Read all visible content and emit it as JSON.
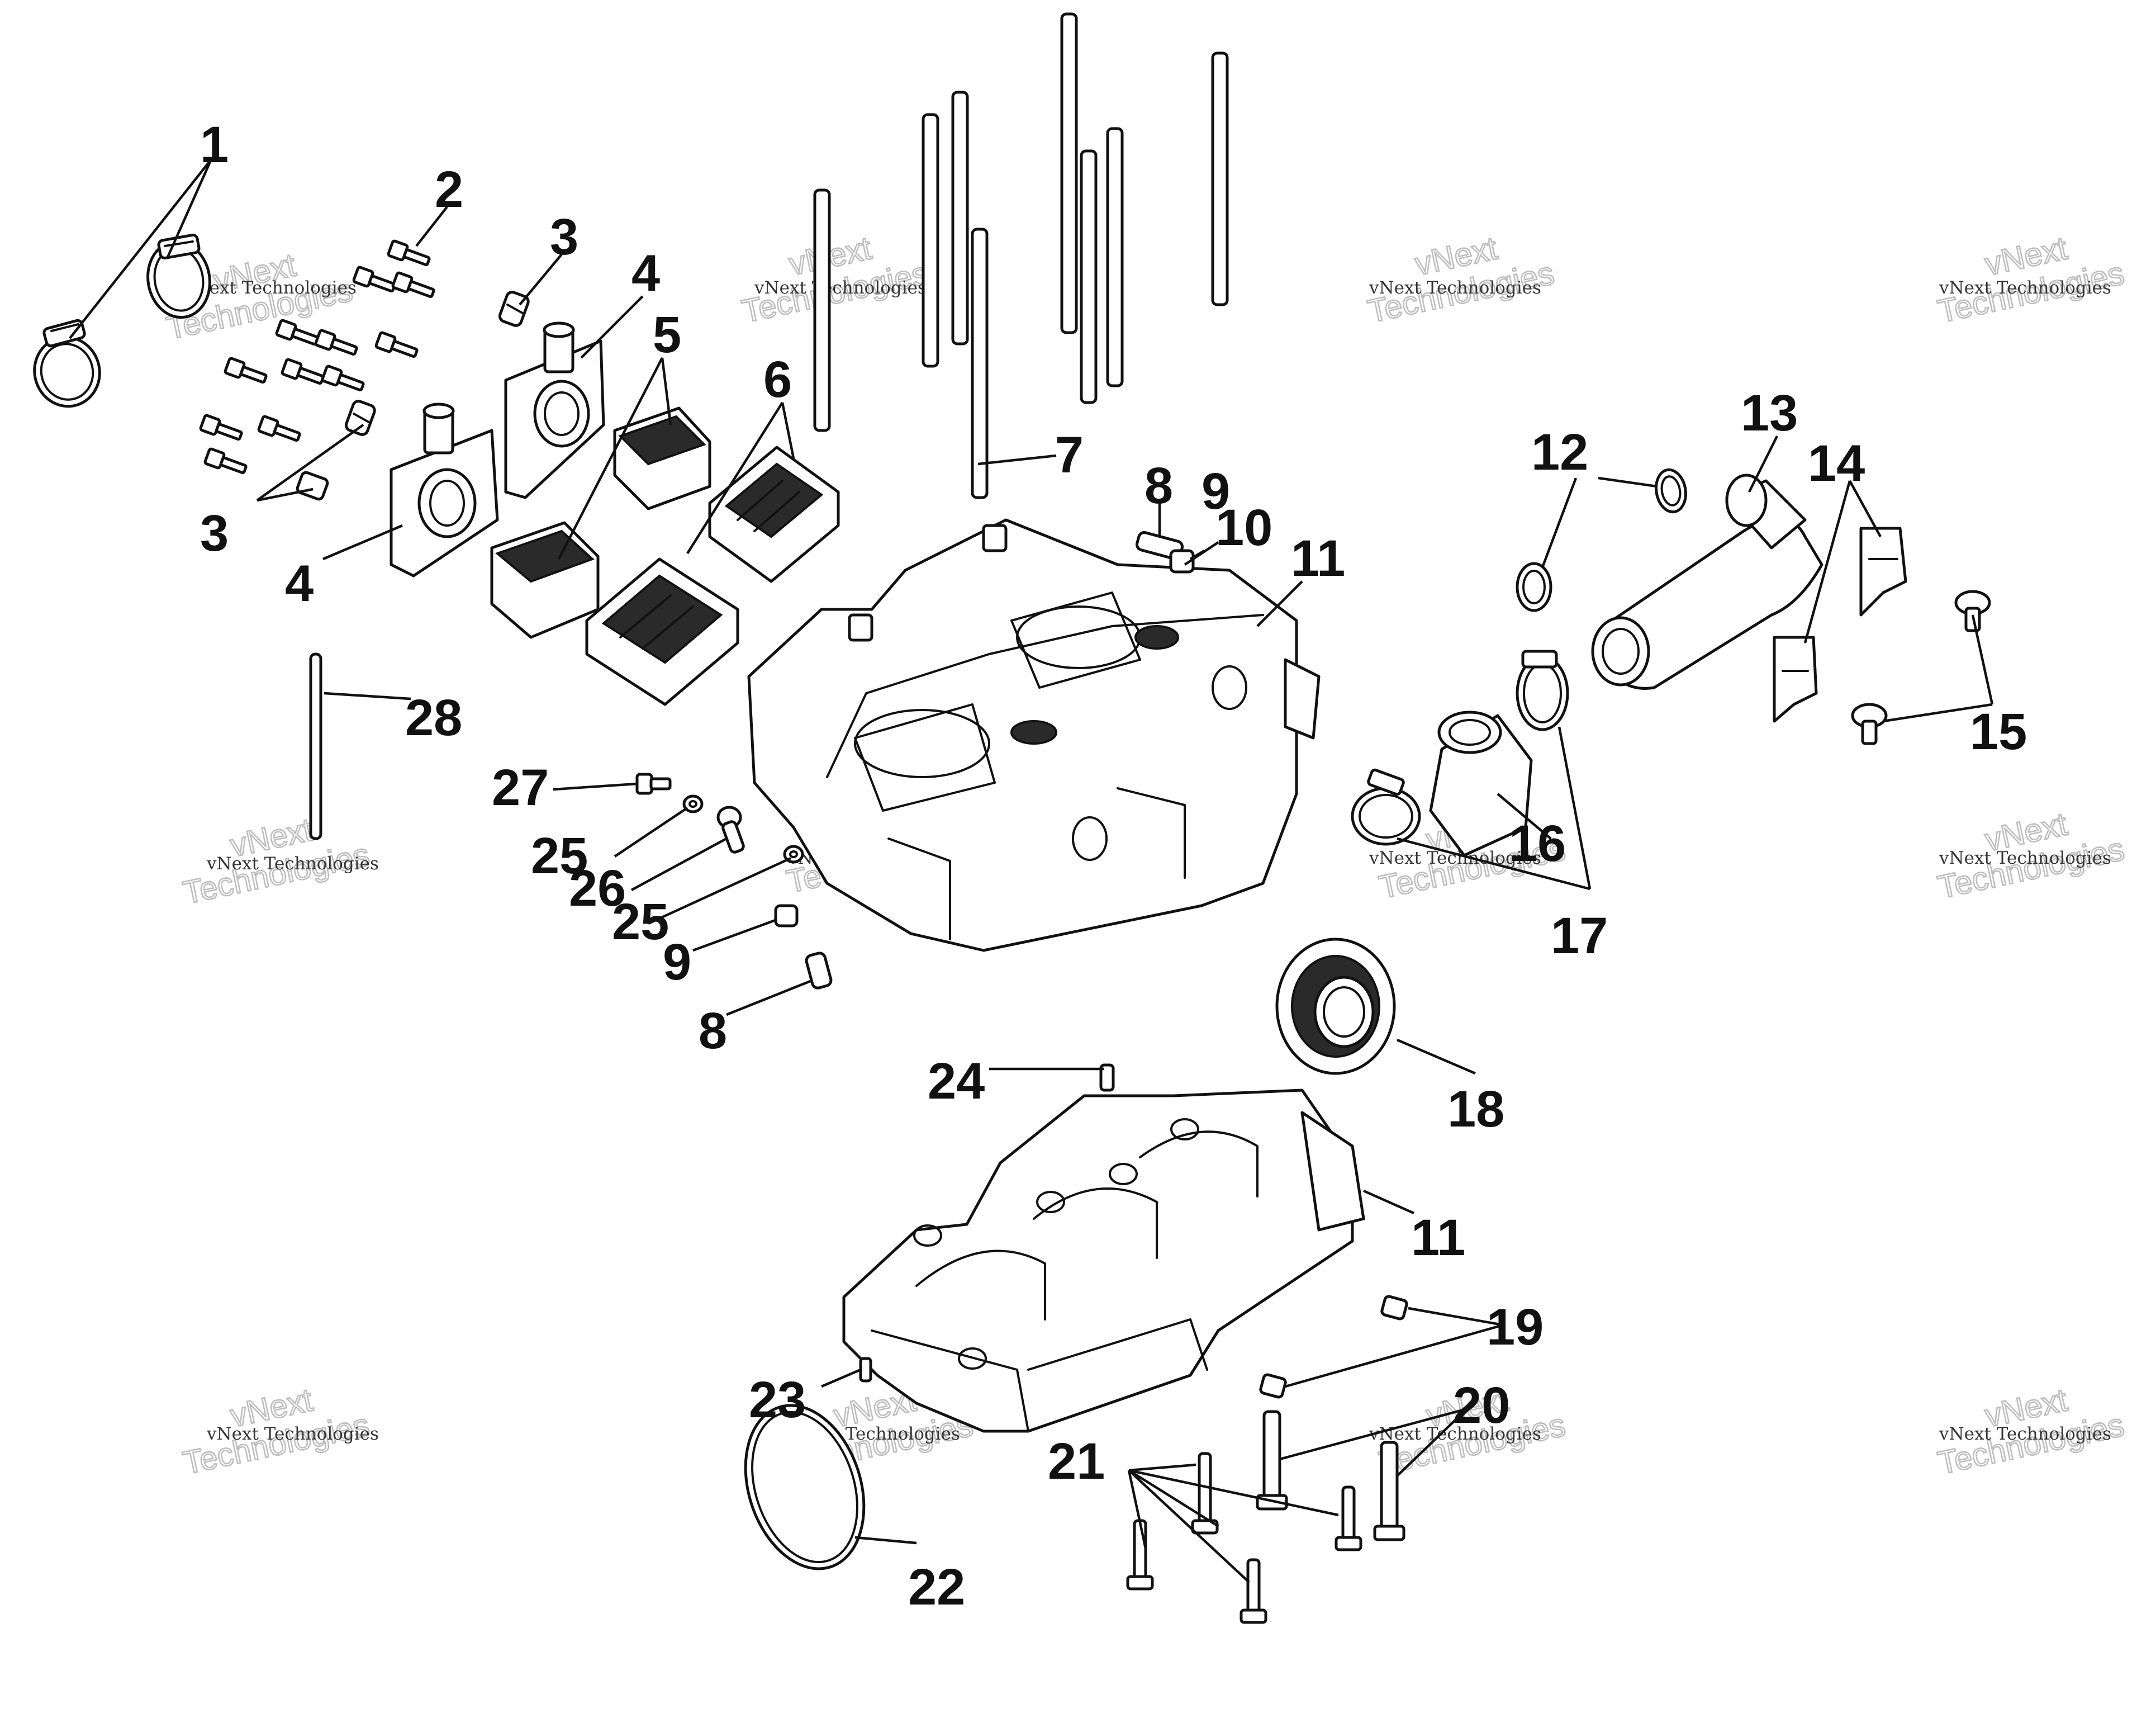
{
  "watermark": {
    "line1": "vNext",
    "line2": "Technologies",
    "small": "vNext Technologies"
  },
  "callouts": {
    "c1": "1",
    "c2": "2",
    "c3a": "3",
    "c3b": "3",
    "c4a": "4",
    "c4b": "4",
    "c5": "5",
    "c6": "6",
    "c7": "7",
    "c8a": "8",
    "c8b": "8",
    "c9a": "9",
    "c9b": "9",
    "c10": "10",
    "c11a": "11",
    "c11b": "11",
    "c12": "12",
    "c13": "13",
    "c14": "14",
    "c15": "15",
    "c16": "16",
    "c17": "17",
    "c18": "18",
    "c19": "19",
    "c20": "20",
    "c21": "21",
    "c22": "22",
    "c23": "23",
    "c24": "24",
    "c25a": "25",
    "c25b": "25",
    "c26": "26",
    "c27": "27",
    "c28": "28"
  }
}
